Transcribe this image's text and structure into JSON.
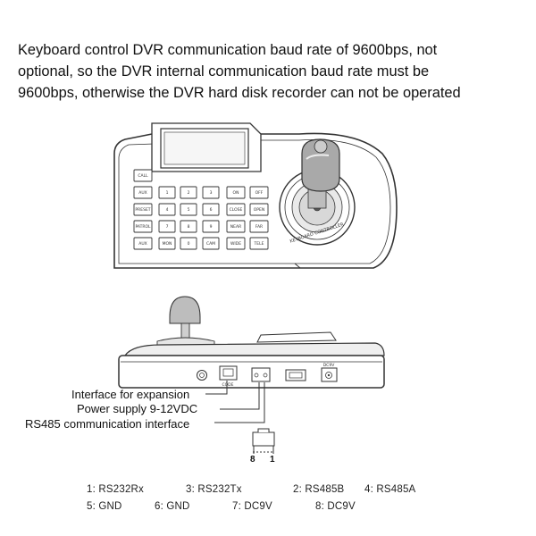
{
  "description": {
    "lines": [
      "Keyboard control DVR communication baud rate of 9600bps, not",
      "optional, so the DVR internal communication baud rate must be",
      "9600bps, otherwise the DVR hard disk recorder can not be operated"
    ]
  },
  "keyboard": {
    "brand_label": "KEYBOARD CONTROLLER",
    "keys": [
      "CALL",
      "AUX",
      "PRESET",
      "PATROL",
      "AUX",
      "1",
      "2",
      "3",
      "ON",
      "OFF",
      "4",
      "5",
      "6",
      "CLOSE",
      "OPEN",
      "7",
      "8",
      "9",
      "NEAR",
      "FAR",
      "MON",
      "0",
      "CAM",
      "WIDE",
      "TELE"
    ]
  },
  "rear_panel": {
    "code_label": "CODE",
    "dc_label": "DC9V"
  },
  "annotations": {
    "expansion": "Interface for expansion",
    "power": "Power supply 9-12VDC",
    "rs485": "RS485 communication interface"
  },
  "connector": {
    "pin_left": "8",
    "pin_right": "1"
  },
  "pins": [
    "1: RS232Rx",
    "3: RS232Tx",
    "2: RS485B",
    "4: RS485A",
    "5: GND",
    "6: GND",
    "7: DC9V",
    "8: DC9V"
  ]
}
